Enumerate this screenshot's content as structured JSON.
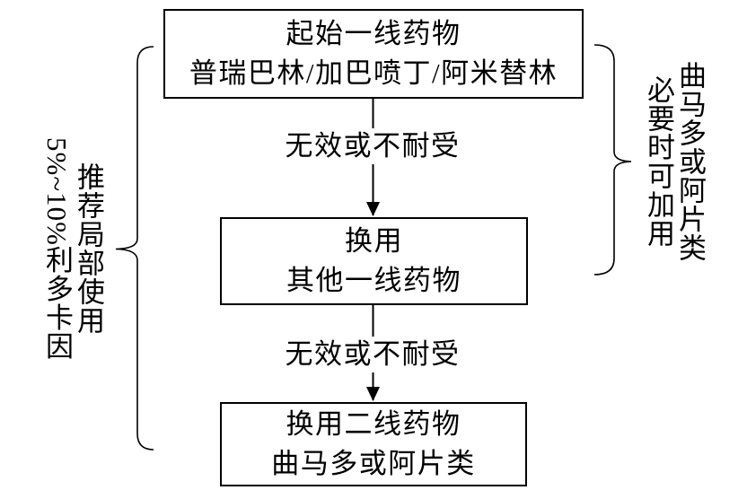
{
  "colors": {
    "stroke": "#000000",
    "text": "#000000",
    "background": "#ffffff"
  },
  "flowchart": {
    "boxes": [
      {
        "lines": [
          "起始一线药物",
          "普瑞巴林/加巴喷丁/阿米替林"
        ]
      },
      {
        "lines": [
          "换用",
          "其他一线药物"
        ]
      },
      {
        "lines": [
          "换用二线药物",
          "曲马多或阿片类"
        ]
      }
    ],
    "arrow_labels": [
      "无效或不耐受",
      "无效或不耐受"
    ],
    "left_note": {
      "lines": [
        "推荐局部使用",
        "5%~10%利多卡因"
      ]
    },
    "right_note": {
      "lines": [
        "曲马多或阿片类",
        "必要时可加用"
      ]
    }
  }
}
